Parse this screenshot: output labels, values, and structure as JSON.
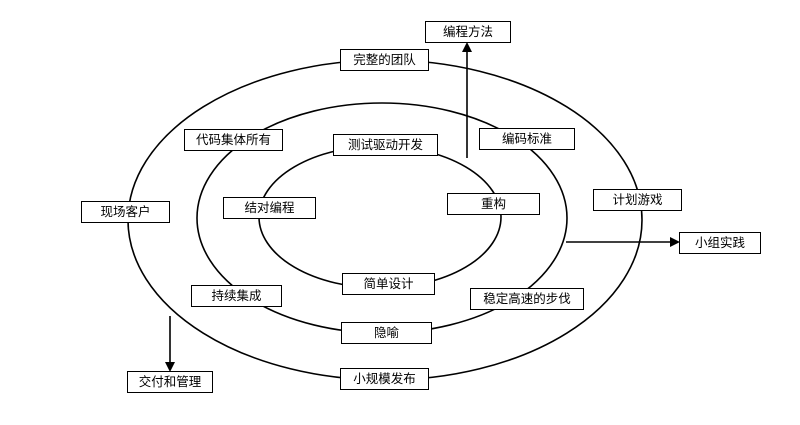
{
  "diagram": {
    "outer_ring": {
      "top": "完整的团队",
      "left": "现场客户",
      "right": "计划游戏",
      "bottom": "小规模发布"
    },
    "middle_ring": {
      "top_left": "代码集体所有",
      "top_right": "编码标准",
      "bottom_left": "持续集成",
      "bottom_right": "稳定高速的步伐",
      "bottom": "隐喻"
    },
    "inner_ring": {
      "top": "测试驱动开发",
      "left": "结对编程",
      "right": "重构",
      "bottom": "简单设计"
    },
    "callouts": {
      "top": "编程方法",
      "right": "小组实践",
      "bottom_left": "交付和管理"
    }
  }
}
